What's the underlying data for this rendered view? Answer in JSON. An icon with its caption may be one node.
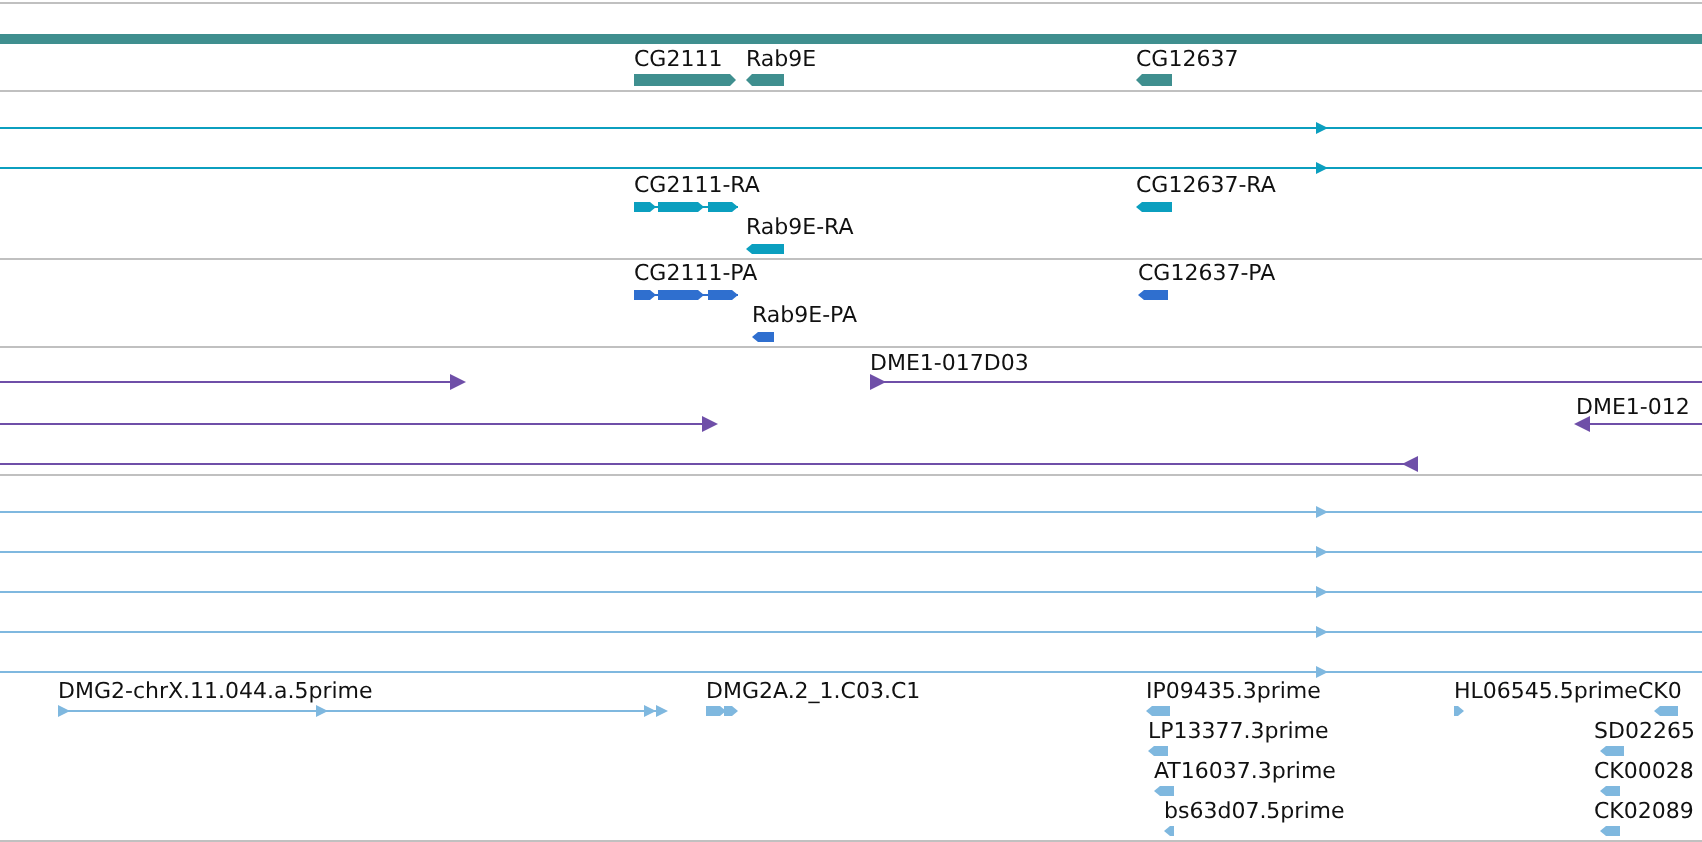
{
  "diagram": {
    "labels": [
      "CG2111",
      "Rab9E",
      "CG12637",
      "CG2111-RA",
      "CG12637-RA",
      "Rab9E-RA",
      "CG2111-PA",
      "CG12637-PA",
      "Rab9E-PA",
      "DME1-017D03",
      "DME1-012",
      "DMG2-chrX.11.044.a.5prime",
      "DMG2A.2_1.C03.C1",
      "IP09435.3prime",
      "HL06545.5prime",
      "CK0",
      "LP13377.3prime",
      "SD02265",
      "AT16037.3prime",
      "CK00028",
      "bs63d07.5prime",
      "CK02089"
    ]
  }
}
